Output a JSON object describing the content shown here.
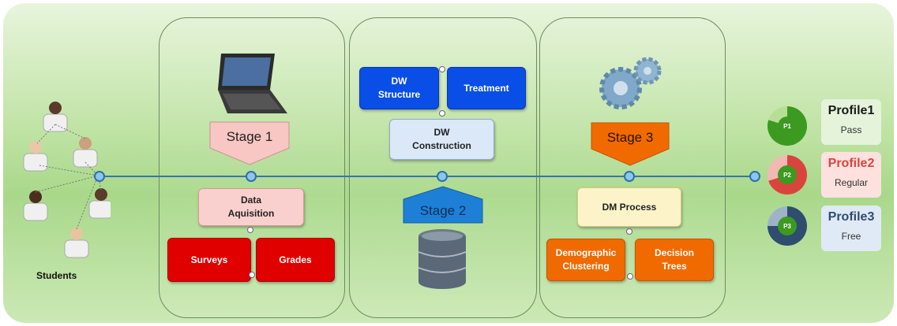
{
  "students_label": "Students",
  "stage1": {
    "label": "Stage 1",
    "acquisition": "Data\nAquisition",
    "surveys": "Surveys",
    "grades": "Grades"
  },
  "stage2": {
    "label": "Stage 2",
    "dw_structure": "DW\nStructure",
    "treatment": "Treatment",
    "dw_construction": "DW\nConstruction"
  },
  "stage3": {
    "label": "Stage 3",
    "dm_process": "DM Process",
    "demographic": "Demographic\nClustering",
    "decision": "Decision\nTrees"
  },
  "profiles": [
    {
      "title": "Profile1",
      "subtitle": "Pass",
      "badge": "P1",
      "color": "#3c9a20"
    },
    {
      "title": "Profile2",
      "subtitle": "Regular",
      "badge": "P2",
      "color": "#d9453c"
    },
    {
      "title": "Profile3",
      "subtitle": "Free",
      "badge": "P3",
      "color": "#2f4d6e"
    }
  ]
}
